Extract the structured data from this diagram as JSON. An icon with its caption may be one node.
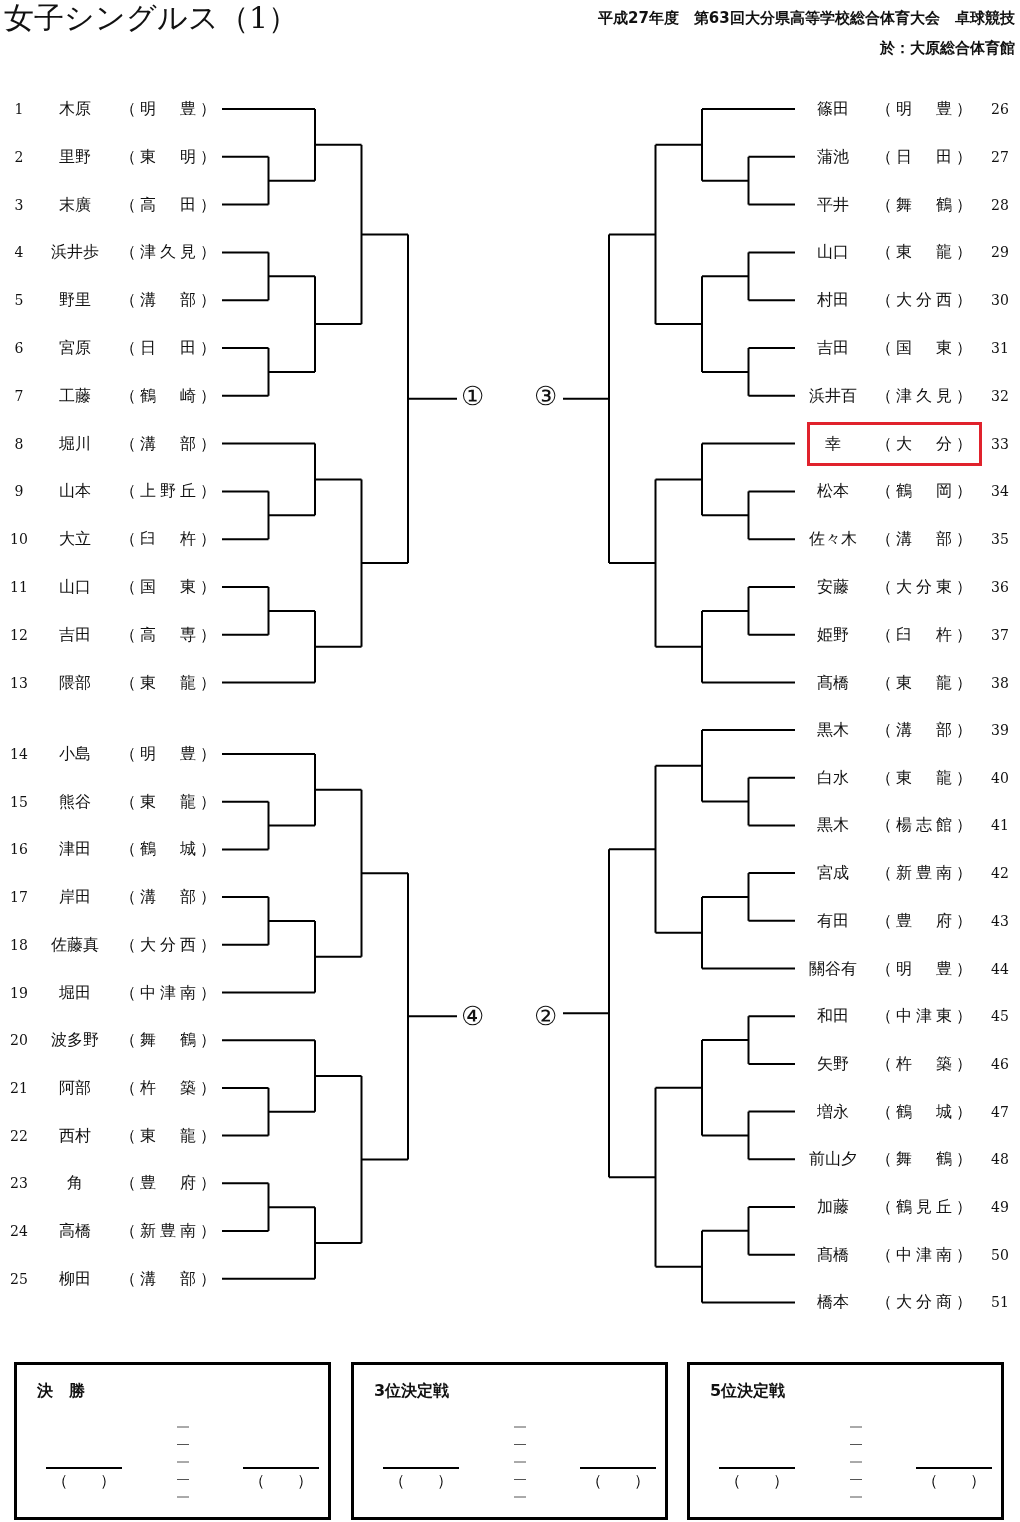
{
  "diagram": {
    "title": "女子シングルス（1）",
    "nodes": [
      {
        "text": [
          "幸",
          "（大　分）"
        ],
        "beside": [
          "33"
        ]
      },
      {
        "text": [
          "決　勝",
          "（　　）",
          "（　　）"
        ]
      },
      {
        "text": [
          "3位決定戦",
          "（　　）",
          "（　　）"
        ]
      },
      {
        "text": [
          "5位決定戦",
          "（　　）",
          "（　　）"
        ]
      }
    ],
    "labels": [
      "平成27年度　第63回大分県高等学校総合体育大会　卓球競技",
      "於：大原総合体育館",
      "1",
      "木原",
      "（明　豊）",
      "篠田",
      "（明　豊）",
      "26",
      "2",
      "里野",
      "（東　明）",
      "蒲池",
      "（日　田）",
      "27",
      "3",
      "末廣",
      "（高　田）",
      "平井",
      "（舞　鶴）",
      "28",
      "4",
      "浜井歩",
      "（津久見）",
      "山口",
      "（東　龍）",
      "29",
      "5",
      "野里",
      "（溝　部）",
      "村田",
      "（大分西）",
      "30",
      "6",
      "宮原",
      "（日　田）",
      "吉田",
      "（国　東）",
      "31",
      "7",
      "工藤",
      "（鶴　崎）",
      "①",
      "③",
      "浜井百",
      "（津久見）",
      "32",
      "8",
      "堀川",
      "（溝　部）",
      "9",
      "山本",
      "（上野丘）",
      "松本",
      "（鶴　岡）",
      "34",
      "10",
      "大立",
      "（臼　杵）",
      "佐々木",
      "（溝　部）",
      "35",
      "11",
      "山口",
      "（国　東）",
      "安藤",
      "（大分東）",
      "36",
      "12",
      "吉田",
      "（高　専）",
      "姫野",
      "（臼　杵）",
      "37",
      "13",
      "隈部",
      "（東　龍）",
      "髙橋",
      "（東　龍）",
      "38",
      "黒木",
      "（溝　部）",
      "39",
      "14",
      "小島",
      "（明　豊）",
      "白水",
      "（東　龍）",
      "40",
      "15",
      "熊谷",
      "（東　龍）",
      "黒木",
      "（楊志館）",
      "41",
      "16",
      "津田",
      "（鶴　城）",
      "宮成",
      "（新豊南）",
      "42",
      "17",
      "岸田",
      "（溝　部）",
      "有田",
      "（豊　府）",
      "43",
      "18",
      "佐藤真",
      "（大分西）",
      "關谷有",
      "（明　豊）",
      "44",
      "19",
      "堀田",
      "（中津南）",
      "④",
      "②",
      "和田",
      "（中津東）",
      "45",
      "20",
      "波多野",
      "（舞　鶴）",
      "矢野",
      "（杵　築）",
      "46",
      "21",
      "阿部",
      "（杵　築）",
      "増永",
      "（鶴　城）",
      "47",
      "22",
      "西村",
      "（東　龍）",
      "前山夕",
      "（舞　鶴）",
      "48",
      "23",
      "角",
      "（豊　府）",
      "加藤",
      "（鶴見丘）",
      "49",
      "24",
      "高橋",
      "（新豊南）",
      "髙橋",
      "（中津南）",
      "50",
      "25",
      "柳田",
      "（溝　部）",
      "橋本",
      "（大分商）",
      "51"
    ]
  }
}
